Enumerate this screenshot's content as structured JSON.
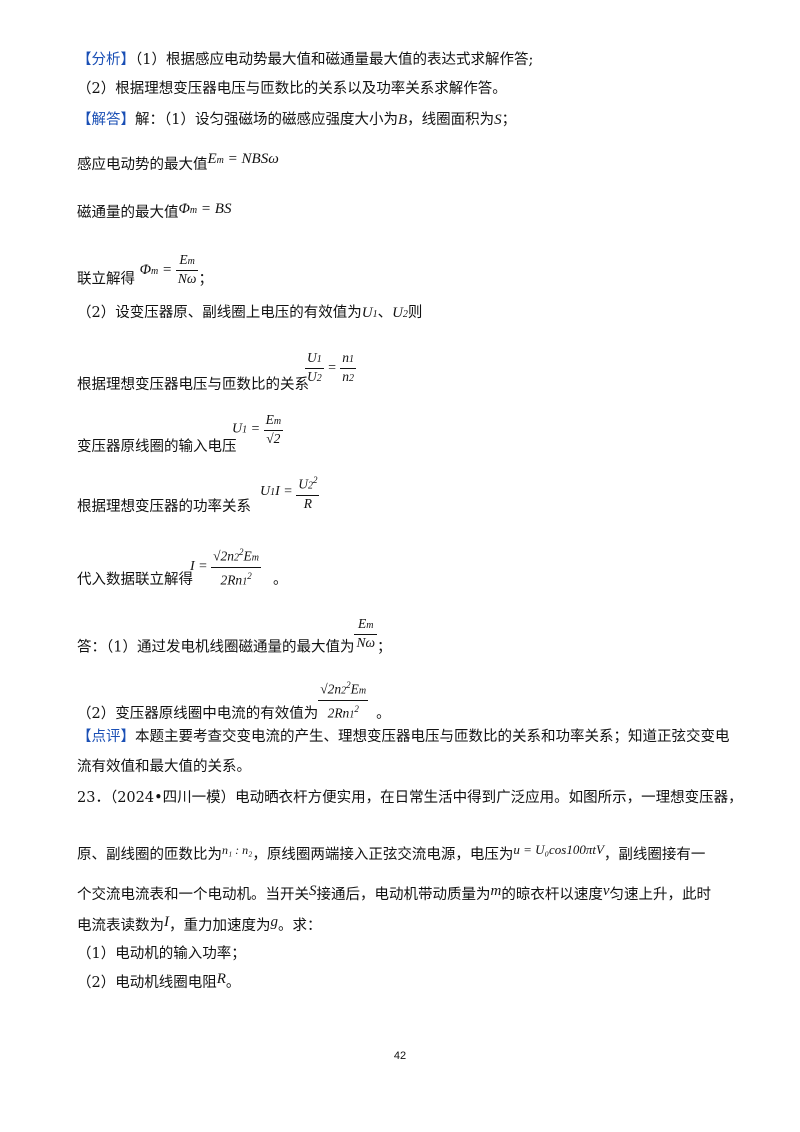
{
  "lines": {
    "l1_tag": "【分析】",
    "l1_text": "（1）根据感应电动势最大值和磁通量最大值的表达式求解作答;",
    "l2_text": "（2）根据理想变压器电压与匝数比的关系以及功率关系求解作答。",
    "l3_tag": "【解答】",
    "l3_text_a": "解：（1）设匀强磁场的磁感应强度大小为",
    "l3_text_b": "，线圈面积为",
    "l3_text_c": "；",
    "l4_text": "感应电动势的最大值",
    "l5_text": "磁通量的最大值",
    "l6_text": "联立解得",
    "l6_end": "；",
    "l7_text_a": "（2）设变压器原、副线圈上电压的有效值为",
    "l7_text_b": "、",
    "l7_text_c": "则",
    "l8_text": "根据理想变压器电压与匝数比的关系",
    "l9_text": "变压器原线圈的输入电压",
    "l10_text": "根据理想变压器的功率关系",
    "l11_text": "代入数据联立解得",
    "l11_end": "。",
    "l12_text": "答：（1）通过发电机线圈磁通量的最大值为",
    "l12_end": "；",
    "l13_text": "（2）变压器原线圈中电流的有效值为",
    "l13_end": "。",
    "l14_tag": "【点评】",
    "l14_text": "本题主要考查交变电流的产生、理想变压器电压与匝数比的关系和功率关系；知道正弦交变电",
    "l15_text": "流有效值和最大值的关系。",
    "l16_text": "23．（2024•四川一模）电动晒衣杆方便实用，在日常生活中得到广泛应用。如图所示，一理想变压器，",
    "l17_text_a": "原、副线圈的匝数比为",
    "l17_text_b": "，原线圈两端接入正弦交流电源，电压为",
    "l17_text_c": "，副线圈接有一",
    "l18_text_a": "个交流电流表和一个电动机。当开关",
    "l18_text_b": "接通后，电动机带动质量为",
    "l18_text_c": "的晾衣杆以速度",
    "l18_text_d": "匀速上升，此时",
    "l19_text_a": "电流表读数为",
    "l19_text_b": "，重力加速度为",
    "l19_text_c": "。求：",
    "l20_text": "（1）电动机的输入功率；",
    "l21_text_a": "（2）电动机线圈电阻",
    "l21_text_b": "。"
  },
  "symbols": {
    "B": "B",
    "S": "S",
    "m": "m",
    "v": "v",
    "I": "I",
    "g": "g",
    "R": "R",
    "em_eq": "= NBSω",
    "phi_eq": "= BS",
    "ratio": "n₁ : n₂",
    "voltage": "u = U₀cos100πtV"
  },
  "page_number": "42"
}
